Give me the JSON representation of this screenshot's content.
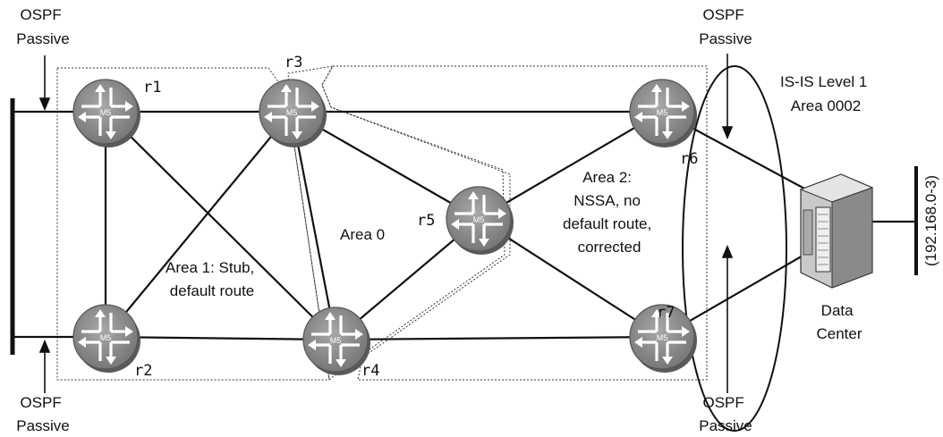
{
  "routers": {
    "r1": {
      "name": "r1",
      "model": "M5"
    },
    "r2": {
      "name": "r2",
      "model": "M5"
    },
    "r3": {
      "name": "r3",
      "model": "M5"
    },
    "r4": {
      "name": "r4",
      "model": "M5"
    },
    "r5": {
      "name": "r5",
      "model": "M5"
    },
    "r6": {
      "name": "r6",
      "model": "M5"
    },
    "r7": {
      "name": "r7",
      "model": "M5"
    }
  },
  "labels": {
    "ospf_passive_top_left": [
      "OSPF",
      "Passive"
    ],
    "ospf_passive_top_right": [
      "OSPF",
      "Passive"
    ],
    "ospf_passive_bottom_left": [
      "OSPF",
      "Passive"
    ],
    "ospf_passive_bottom_right": [
      "OSPF",
      "Passive"
    ],
    "isis": [
      "IS-IS Level 1",
      "Area 0002"
    ],
    "area0": "Area 0",
    "area1": [
      "Area 1: Stub,",
      "default route"
    ],
    "area2": [
      "Area 2:",
      "NSSA, no",
      "default route,",
      "corrected"
    ],
    "data_center": [
      "Data",
      "Center"
    ],
    "subnet": "(192.168.0-3)"
  },
  "colors": {
    "router_body": "#8f8f8f",
    "router_rim": "#6a6a6a",
    "arrow": "#ffffff",
    "line": "#111111"
  }
}
